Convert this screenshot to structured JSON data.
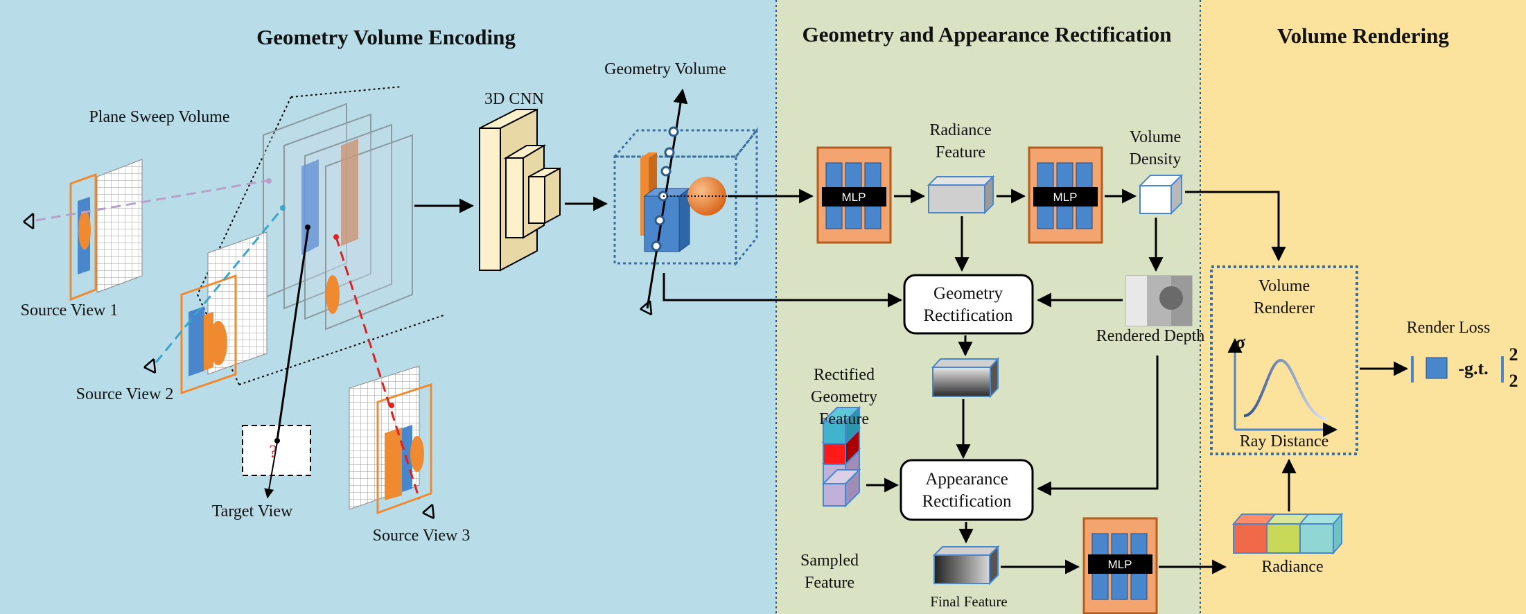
{
  "sections": {
    "encoding": {
      "title": "Geometry Volume Encoding",
      "bg": "#b8dde8"
    },
    "rectification": {
      "title": "Geometry and Appearance Rectification",
      "bg": "#d9e3c4"
    },
    "rendering": {
      "title": "Volume Rendering",
      "bg": "#fbe39e"
    }
  },
  "labels": {
    "plane_sweep": "Plane Sweep Volume",
    "source_view_1": "Source View 1",
    "source_view_2": "Source View 2",
    "source_view_3": "Source View 3",
    "target_view": "Target View",
    "target_mark": "?",
    "cnn": "3D CNN",
    "geometry_volume": "Geometry Volume",
    "radiance_feature": [
      "Radiance",
      "Feature"
    ],
    "volume_density": [
      "Volume",
      "Density"
    ],
    "rendered_depth": "Rendered Depth",
    "geometry_rect": [
      "Geometry",
      "Rectification"
    ],
    "appearance_rect": [
      "Appearance",
      "Rectification"
    ],
    "rectified_geometry_feature": [
      "Rectified",
      "Geometry",
      "Feature"
    ],
    "sampled_feature": [
      "Sampled",
      "Feature"
    ],
    "final_feature": "Final Feature",
    "volume_renderer": [
      "Volume",
      "Renderer"
    ],
    "sigma": "σ",
    "ray_distance": "Ray Distance",
    "radiance": "Radiance",
    "render_loss": "Render Loss",
    "loss_gt": "-g.t.",
    "loss_sup": "2",
    "loss_sub": "2"
  },
  "mlp_label": "MLP",
  "colors": {
    "mlp_frame": "#f4a46e",
    "mlp_border": "#b35c1e",
    "blue_block": "#4a86cc",
    "orange": "#f08a30",
    "cnn_fill": "#fdf1cc",
    "dotted_box": "#3a6f9e",
    "dashed_red": "#e02020",
    "dashed_cyan": "#3aa6c8",
    "dashed_lilac": "#b9a0c8"
  },
  "icons": [
    "eye-icon",
    "camera-icon",
    "arrow-icon"
  ]
}
